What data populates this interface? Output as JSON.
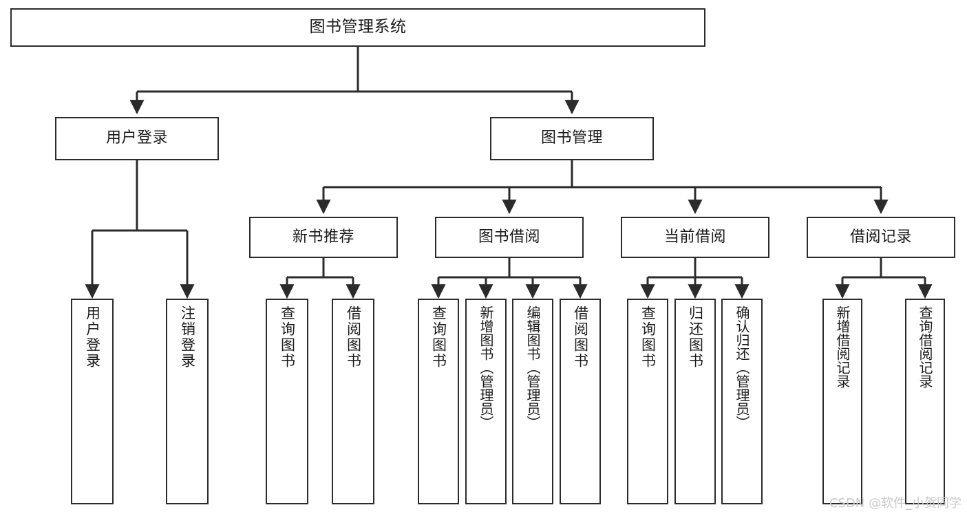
{
  "diagram": {
    "title": "图书管理系统",
    "watermark": "CSDN @软件_小贺同学",
    "colors": {
      "line": "#2b2b2b",
      "box_border": "#2b2b2b",
      "background": "#ffffff",
      "text": "#1a1a1a",
      "watermark": "#c9c9c9"
    },
    "root": {
      "label": "图书管理系统"
    },
    "level2": [
      {
        "label": "用户登录"
      },
      {
        "label": "图书管理"
      }
    ],
    "level3": [
      {
        "label": "新书推荐"
      },
      {
        "label": "图书借阅"
      },
      {
        "label": "当前借阅"
      },
      {
        "label": "借阅记录"
      }
    ],
    "leaves": {
      "user_login": [
        {
          "label": "用户登录"
        },
        {
          "label": "注销登录"
        }
      ],
      "new_book": [
        {
          "label": "查询图书"
        },
        {
          "label": "借阅图书"
        }
      ],
      "book_borrow": [
        {
          "label": "查询图书"
        },
        {
          "label": "新增图书（管理员）"
        },
        {
          "label": "编辑图书（管理员）"
        },
        {
          "label": "借阅图书"
        }
      ],
      "current_borrow": [
        {
          "label": "查询图书"
        },
        {
          "label": "归还图书"
        },
        {
          "label": "确认归还（管理员）"
        }
      ],
      "borrow_record": [
        {
          "label": "新增借阅记录"
        },
        {
          "label": "查询借阅记录"
        }
      ]
    }
  }
}
